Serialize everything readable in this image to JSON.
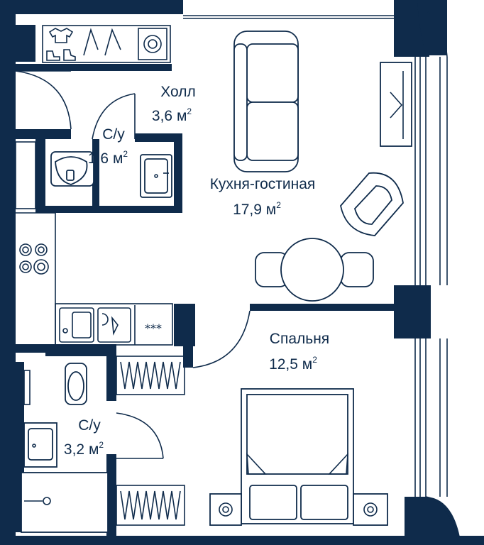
{
  "rooms": {
    "hall": {
      "name": "Холл",
      "area": "3,6 м",
      "unit_sup": "2"
    },
    "bath_small": {
      "name": "С/у",
      "area": "1,6 м",
      "unit_sup": "2"
    },
    "kitchen_living": {
      "name": "Кухня-гостиная",
      "area": "17,9 м",
      "unit_sup": "2"
    },
    "bedroom": {
      "name": "Спальня",
      "area": "12,5 м",
      "unit_sup": "2"
    },
    "bath_large": {
      "name": "С/у",
      "area": "3,2 м",
      "unit_sup": "2"
    }
  },
  "colors": {
    "wall": "#0f2b4b",
    "background": "#ffffff"
  },
  "icons": [
    "door-swing-icon",
    "sofa-icon",
    "tv-icon",
    "armchair-icon",
    "dining-table-icon",
    "bed-icon",
    "toilet-icon",
    "sink-icon",
    "stove-icon",
    "wardrobe-icon",
    "shower-icon",
    "washing-machine-icon"
  ]
}
